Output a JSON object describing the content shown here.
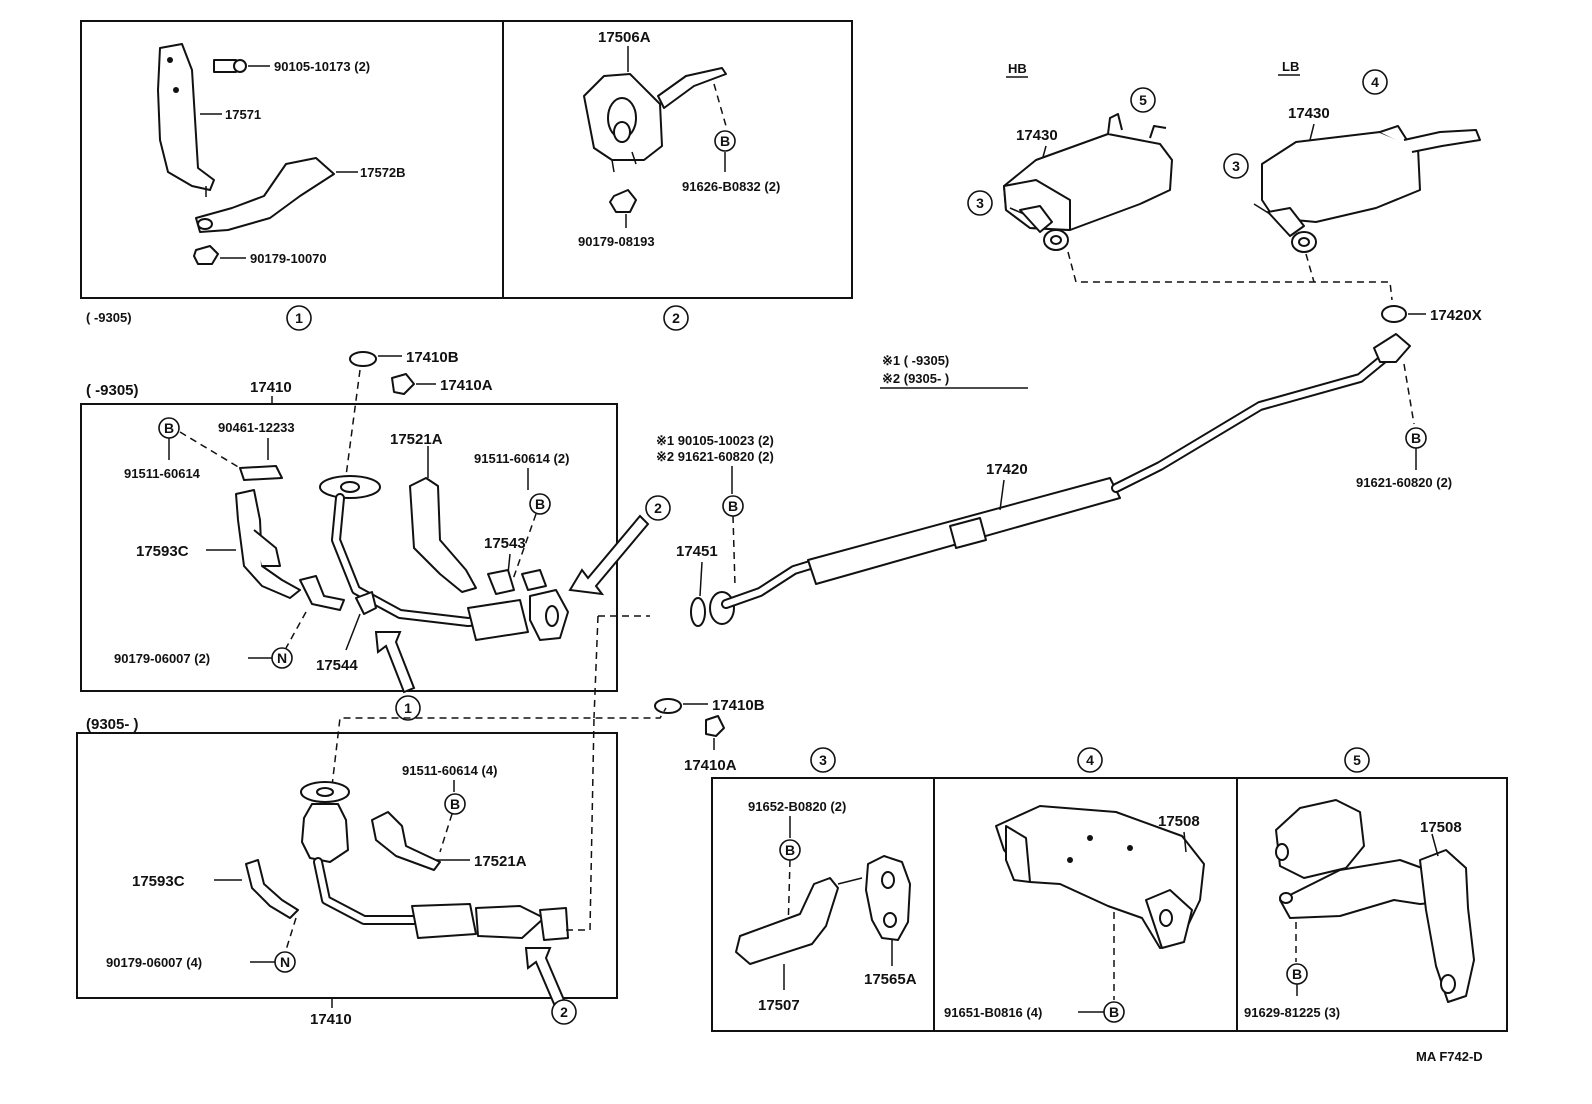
{
  "panels": {
    "p1": {
      "marker": "1",
      "note": "(      -9305)",
      "labels": [
        "90105-10173 (2)",
        "17571",
        "17572B",
        "90179-10070"
      ]
    },
    "p2": {
      "marker": "2",
      "labels": [
        "17506A",
        "91626-B0832 (2)",
        "90179-08193"
      ],
      "circle_b": "B"
    },
    "mufflers": {
      "hb": {
        "tag": "HB",
        "marker": "5",
        "side_marker": "3",
        "part": "17430"
      },
      "lb": {
        "tag": "LB",
        "marker": "4",
        "side_marker": "3",
        "part": "17430"
      },
      "gasket": "17420X"
    },
    "upper_front": {
      "note": "(      -9305)",
      "title": "17410",
      "labels": [
        "90461-12233",
        "91511-60614",
        "17521A",
        "91511-60614 (2)",
        "17593C",
        "17543",
        "90179-06007 (2)",
        "17544"
      ],
      "top_gasket": "17410B",
      "top_nut": "17410A"
    },
    "lower_front": {
      "note": "(9305-       )",
      "title": "17410",
      "labels": [
        "91511-60614 (4)",
        "17521A",
        "17593C",
        "90179-06007 (4)"
      ]
    },
    "center": {
      "legend": [
        "※1 (      -9305)",
        "※2 (9305-       )"
      ],
      "bolts": [
        "※1 90105-10023 (2)",
        "※2 91621-60820 (2)"
      ],
      "pipe": "17420",
      "gasket_left": "17451",
      "rear_bolt": "91621-60820 (2)",
      "mid_gasket": "17410B",
      "mid_nut": "17410A"
    },
    "p3": {
      "marker": "3",
      "labels": [
        "91652-B0820 (2)",
        "17507",
        "17565A"
      ]
    },
    "p4": {
      "marker": "4",
      "labels": [
        "17508",
        "91651-B0816 (4)"
      ]
    },
    "p5": {
      "marker": "5",
      "labels": [
        "17508",
        "91629-81225 (3)"
      ]
    },
    "callouts": {
      "one": "1",
      "two": "2",
      "B": "B",
      "N": "N"
    },
    "footer": "MA F742-D"
  }
}
